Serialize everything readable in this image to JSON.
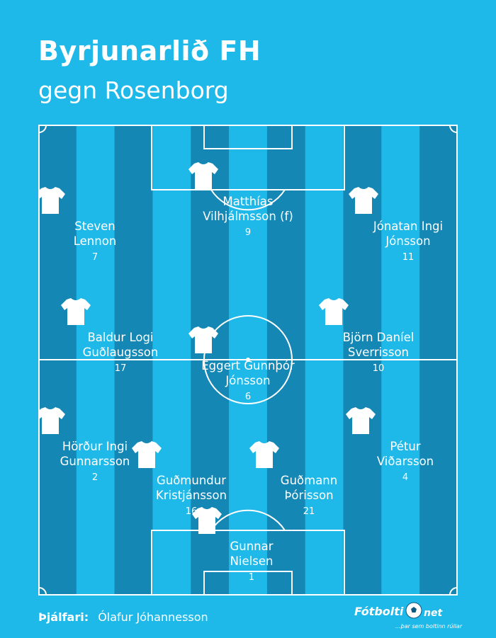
{
  "header": {
    "title": "Byrjunarlið FH",
    "subtitle": "gegn Rosenborg"
  },
  "players": [
    {
      "name": "Matthías\nVilhjálmsson (f)",
      "number": "9"
    },
    {
      "name": "Steven\nLennon",
      "number": "7"
    },
    {
      "name": "Jónatan Ingi\nJónsson",
      "number": "11"
    },
    {
      "name": "Baldur Logi\nGuðlaugsson",
      "number": "17"
    },
    {
      "name": "Björn Daníel\nSverrisson",
      "number": "10"
    },
    {
      "name": "Eggert Gunnþór\nJónsson",
      "number": "6"
    },
    {
      "name": "Hörður Ingi\nGunnarsson",
      "number": "2"
    },
    {
      "name": "Pétur\nViðarsson",
      "number": "4"
    },
    {
      "name": "Guðmundur\nKristjánsson",
      "number": "16"
    },
    {
      "name": "Guðmann\nÞórisson",
      "number": "21"
    },
    {
      "name": "Gunnar\nNielsen",
      "number": "1"
    }
  ],
  "coach": {
    "label": "Þjálfari:",
    "name": "Ólafur Jóhannesson"
  },
  "logo": {
    "brand": "Fótbolti",
    "suffix": "net",
    "tagline": "...þar sem boltinn rúllar",
    "icon": "football-icon"
  },
  "colors": {
    "background": "#1fb9e9",
    "stripe_dark": "#1487b5",
    "stripe_light": "#1fb9e9",
    "lines": "#ffffff"
  }
}
